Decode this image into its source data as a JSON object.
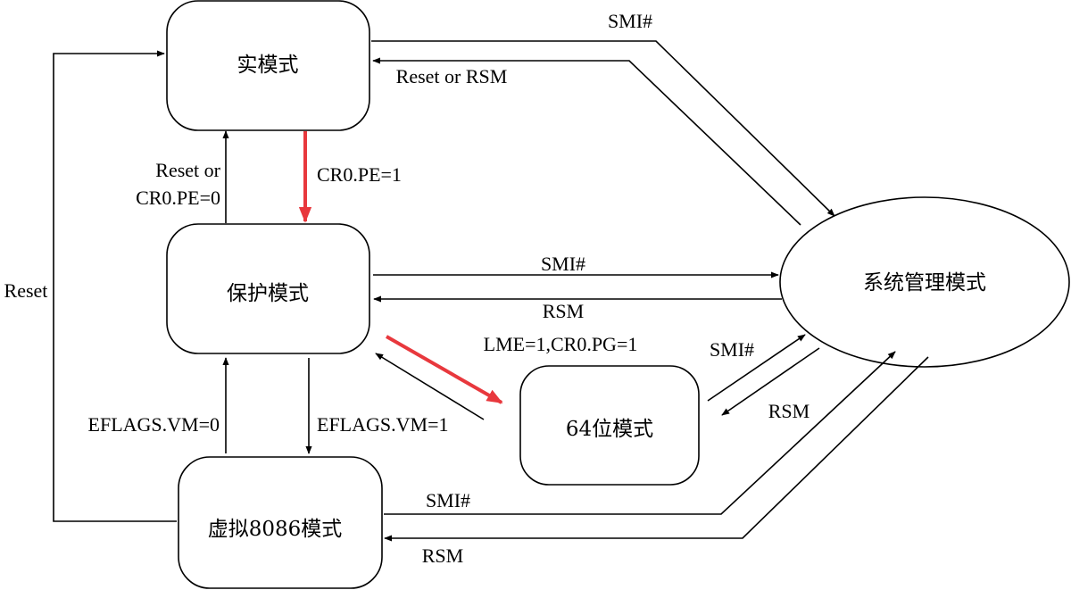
{
  "nodes": {
    "real_mode": "实模式",
    "protected_mode": "保护模式",
    "virtual_8086_mode": "虚拟8086模式",
    "mode_64bit": "64位模式",
    "smm": "系统管理模式"
  },
  "edges": {
    "smi_real_to_smm": "SMI#",
    "reset_or_rsm_smm_to_real": "Reset or RSM",
    "cr0_pe_1": "CR0.PE=1",
    "reset_or_line1": "Reset or",
    "reset_or_line2": "CR0.PE=0",
    "smi_protected_to_smm": "SMI#",
    "rsm_smm_to_protected": "RSM",
    "lme_pg": "LME=1,CR0.PG=1",
    "smi_64_to_smm": "SMI#",
    "rsm_smm_to_64": "RSM",
    "eflags_vm_0": "EFLAGS.VM=0",
    "eflags_vm_1": "EFLAGS.VM=1",
    "reset_v86_to_real": "Reset",
    "smi_v86_to_smm": "SMI#",
    "rsm_smm_to_v86": "RSM"
  },
  "colors": {
    "line": "#000000",
    "highlight_arrow": "#e8383d"
  }
}
